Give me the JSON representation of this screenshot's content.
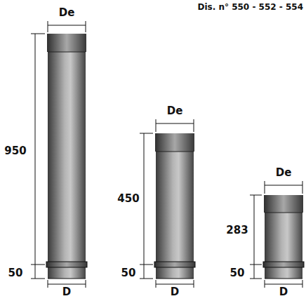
{
  "diagram": {
    "labels": [
      "Dis. n° 550 - 552 - 554",
      "De",
      "950",
      "50",
      "D",
      "De",
      "450",
      "50",
      "D",
      "De",
      "283",
      "50",
      "D"
    ]
  }
}
